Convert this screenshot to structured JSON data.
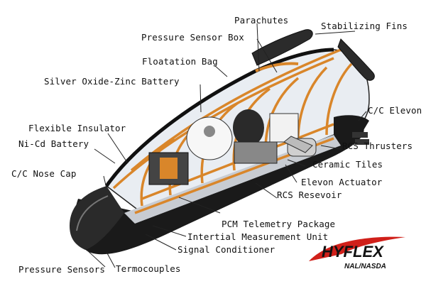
{
  "diagram": {
    "labels": {
      "parachutes": "Parachutes",
      "stabilizing_fins": "Stabilizing Fins",
      "pressure_sensor_box": "Pressure Sensor Box",
      "floatation_bag": "Floatation Bag",
      "silver_oxide_zinc_battery": "Silver Oxide-Zinc Battery",
      "cc_elevon": "C/C Elevon",
      "flexible_insulator": "Flexible Insulator",
      "ni_cd_battery": "Ni-Cd Battery",
      "rcs_thrusters": "RCS Thrusters",
      "ceramic_tiles": "Ceramic Tiles",
      "cc_nose_cap": "C/C Nose Cap",
      "elevon_actuator": "Elevon Actuator",
      "rcs_reservoir": "RCS Resevoir",
      "pcm_telemetry_package": "PCM Telemetry Package",
      "inertial_measurement_unit": "Intertial Measurement Unit",
      "signal_conditioner": "Signal Conditioner",
      "pressure_sensors": "Pressure Sensors",
      "thermocouples": "Termocouples"
    },
    "logo": {
      "name": "HYFLEX",
      "sub_left": "NAL",
      "sub_right": "NASDA"
    },
    "colors": {
      "hull_black": "#1a1a1a",
      "frame_orange": "#d9862a",
      "logo_red": "#d0201a",
      "interior_white": "#f2f2f2"
    }
  }
}
